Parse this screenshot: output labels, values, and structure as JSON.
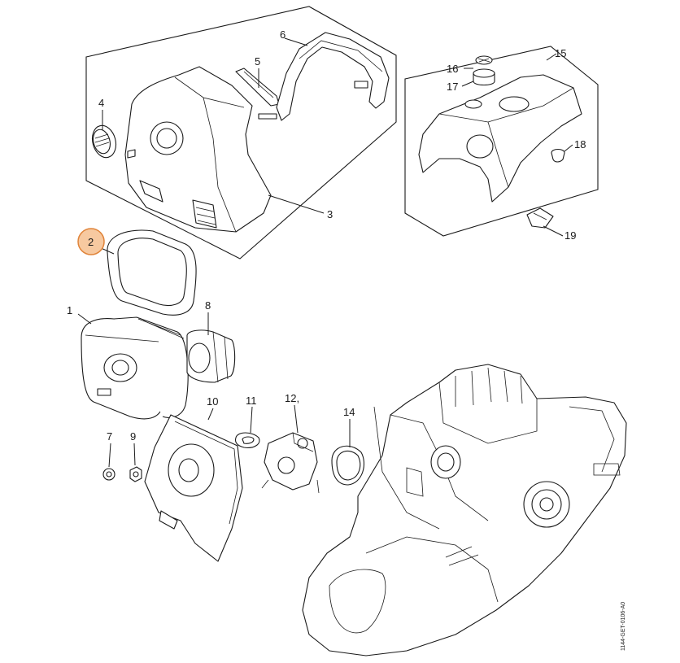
{
  "callouts": [
    {
      "id": "1",
      "label": "1"
    },
    {
      "id": "2",
      "label": "2",
      "highlighted": true
    },
    {
      "id": "3",
      "label": "3"
    },
    {
      "id": "4",
      "label": "4"
    },
    {
      "id": "5",
      "label": "5"
    },
    {
      "id": "6",
      "label": "6"
    },
    {
      "id": "7",
      "label": "7"
    },
    {
      "id": "8",
      "label": "8"
    },
    {
      "id": "9",
      "label": "9"
    },
    {
      "id": "10",
      "label": "10"
    },
    {
      "id": "11",
      "label": "11"
    },
    {
      "id": "12",
      "label": "12,"
    },
    {
      "id": "14",
      "label": "14"
    },
    {
      "id": "15",
      "label": "15"
    },
    {
      "id": "16",
      "label": "16"
    },
    {
      "id": "17",
      "label": "17"
    },
    {
      "id": "18",
      "label": "18"
    },
    {
      "id": "19",
      "label": "19"
    }
  ],
  "drawing_code": "1144-GET-0106-A0",
  "colors": {
    "highlight_fill": "#f7c9a0",
    "highlight_stroke": "#e0843a",
    "line": "#1a1a1a"
  }
}
